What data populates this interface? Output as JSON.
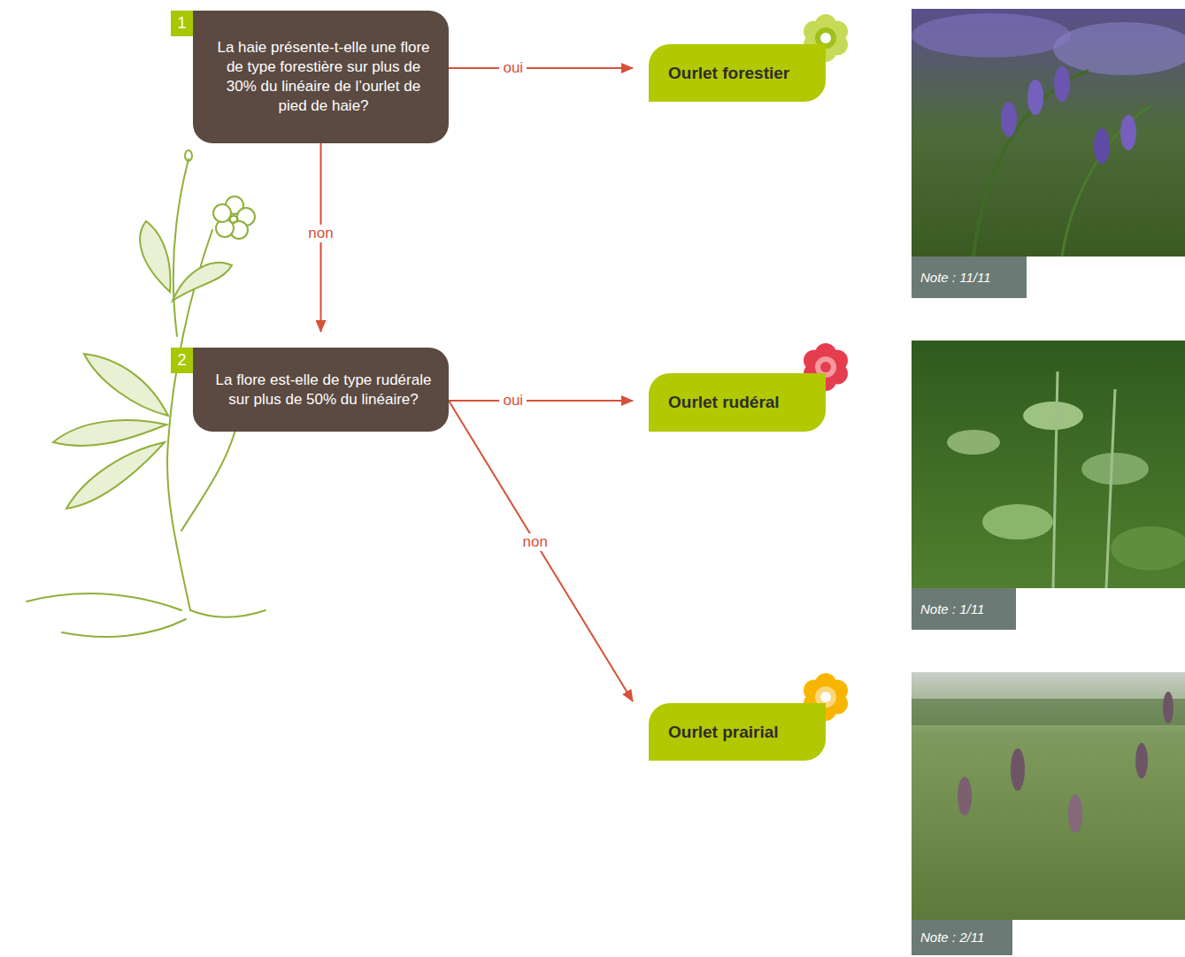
{
  "diagram": {
    "nodes": [
      {
        "text": [
          "1",
          "La haie présente-t-elle une flore de type forestière sur plus de 30% du linéaire de l’ourlet de pied de haie?"
        ]
      },
      {
        "text": [
          "Ourlet forestier"
        ]
      },
      {
        "text": [
          "2",
          "La flore est-elle de type rudérale sur plus de 50% du linéaire?"
        ]
      },
      {
        "text": [
          "Ourlet rudéral"
        ]
      },
      {
        "text": [
          "Ourlet prairial"
        ]
      },
      {
        "text": [
          "Note : 11/11"
        ]
      },
      {
        "text": [
          "Note : 1/11"
        ]
      },
      {
        "text": [
          "Note : 2/11"
        ]
      }
    ],
    "edges": [
      {
        "from": 0,
        "to": 1,
        "label": "oui",
        "arrow": "to"
      },
      {
        "from": 0,
        "to": 2,
        "label": "non",
        "arrow": "to"
      },
      {
        "from": 2,
        "to": 3,
        "label": "oui",
        "arrow": "to"
      },
      {
        "from": 2,
        "to": 4,
        "label": "non",
        "arrow": "to"
      }
    ]
  }
}
